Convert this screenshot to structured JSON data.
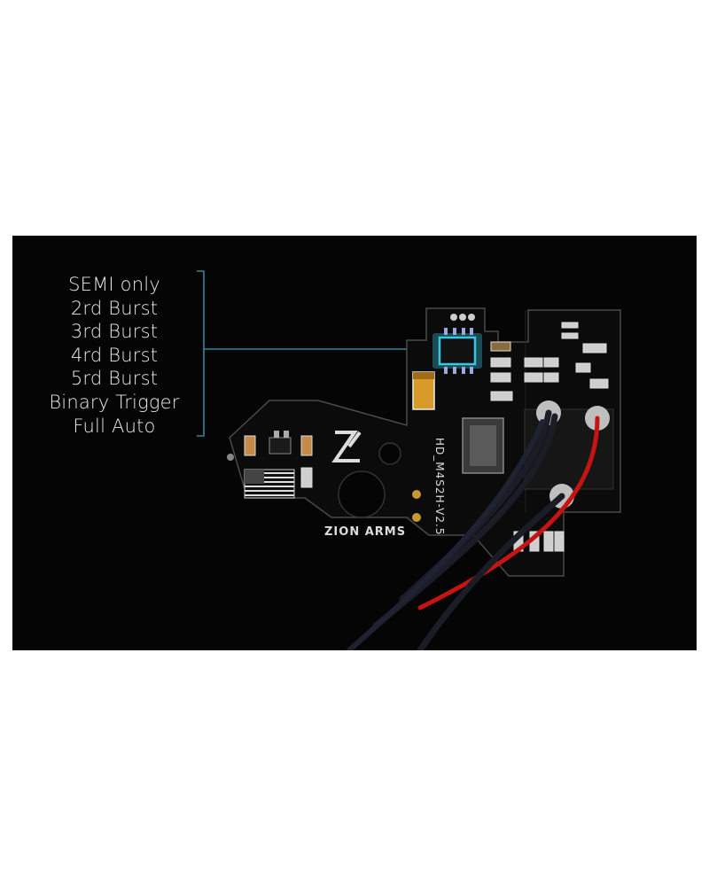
{
  "modes": [
    "SEMI only",
    "2rd Burst",
    "3rd Burst",
    "4rd Burst",
    "5rd Burst",
    "Binary Trigger",
    "Full Auto"
  ],
  "board": {
    "brand": "ZION ARMS",
    "model_text": "HD_M4S2H-V2.5"
  },
  "colors": {
    "background": "#050505",
    "pcb": "#0b0b0b",
    "silkscreen": "#dcdcdc",
    "callout_line": "#2f8a9c",
    "chip_highlight": "#39c4e0",
    "wire_red": "#c41414",
    "wire_black": "#1a1d26"
  },
  "icons": [
    "flag-icon",
    "zion-logo-icon",
    "component-glyph"
  ]
}
